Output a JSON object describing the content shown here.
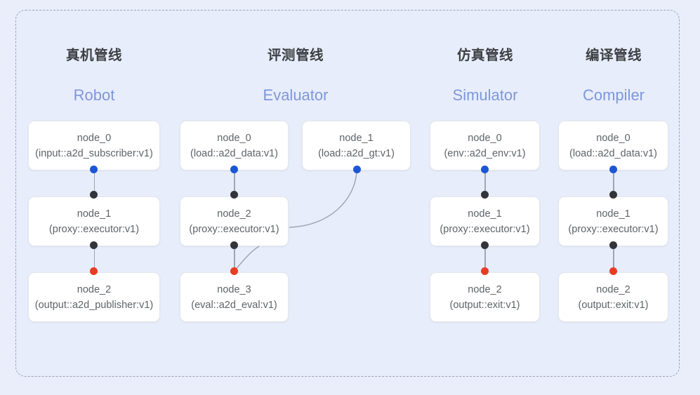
{
  "diagram": {
    "title_visible": false,
    "colors": {
      "background": "#eaeefb",
      "panel_background": "#e8edfb",
      "dashed_border": "#9aa3b4",
      "node_fill": "#ffffff",
      "node_border": "#e3e6ec",
      "node_text": "#5f6368",
      "header_cn": "#3c4043",
      "header_en": "#7e97da",
      "dot_input": "#1a56d6",
      "dot_proxy": "#323439",
      "dot_output": "#ea3c23",
      "link": "#9fa6b2"
    },
    "columns": [
      {
        "id": "robot",
        "header_cn": "真机管线",
        "header_en": "Robot",
        "nodes": [
          {
            "name": "node_0",
            "spec": "(input::a2d_subscriber:v1)"
          },
          {
            "name": "node_1",
            "spec": "(proxy::executor:v1)"
          },
          {
            "name": "node_2",
            "spec": "(output::a2d_publisher:v1)"
          }
        ]
      },
      {
        "id": "evaluator",
        "header_cn": "评测管线",
        "header_en": "Evaluator",
        "nodes": [
          {
            "name": "node_0",
            "spec": "(load::a2d_data:v1)"
          },
          {
            "name": "node_1",
            "spec": "(load::a2d_gt:v1)"
          },
          {
            "name": "node_2",
            "spec": "(proxy::executor:v1)"
          },
          {
            "name": "node_3",
            "spec": "(eval::a2d_eval:v1)"
          }
        ]
      },
      {
        "id": "simulator",
        "header_cn": "仿真管线",
        "header_en": "Simulator",
        "nodes": [
          {
            "name": "node_0",
            "spec": "(env::a2d_env:v1)"
          },
          {
            "name": "node_1",
            "spec": "(proxy::executor:v1)"
          },
          {
            "name": "node_2",
            "spec": "(output::exit:v1)"
          }
        ]
      },
      {
        "id": "compiler",
        "header_cn": "编译管线",
        "header_en": "Compiler",
        "nodes": [
          {
            "name": "node_0",
            "spec": "(load::a2d_data:v1)"
          },
          {
            "name": "node_1",
            "spec": "(proxy::executor:v1)"
          },
          {
            "name": "node_2",
            "spec": "(output::exit:v1)"
          }
        ]
      }
    ]
  }
}
